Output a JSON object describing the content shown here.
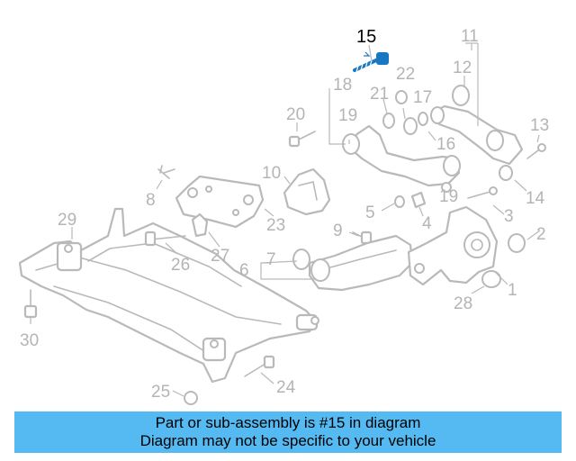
{
  "diagram": {
    "highlight_color": "#1a78c2",
    "part_color": "#b9b9b9",
    "callouts": {
      "c1": "1",
      "c2": "2",
      "c3": "3",
      "c4": "4",
      "c5": "5",
      "c6": "6",
      "c7": "7",
      "c8": "8",
      "c9": "9",
      "c10": "10",
      "c11": "11",
      "c12": "12",
      "c13": "13",
      "c14": "14",
      "c15": "15",
      "c16": "16",
      "c17": "17",
      "c18": "18",
      "c19a": "19",
      "c19b": "19",
      "c20": "20",
      "c21": "21",
      "c22": "22",
      "c23": "23",
      "c24": "24",
      "c25": "25",
      "c26": "26",
      "c27": "27",
      "c28": "28",
      "c29": "29",
      "c30": "30"
    }
  },
  "banner": {
    "background": "#55baf2",
    "line1": "Part or sub-assembly is #15 in diagram",
    "line2": "Diagram may not be specific to your vehicle"
  }
}
